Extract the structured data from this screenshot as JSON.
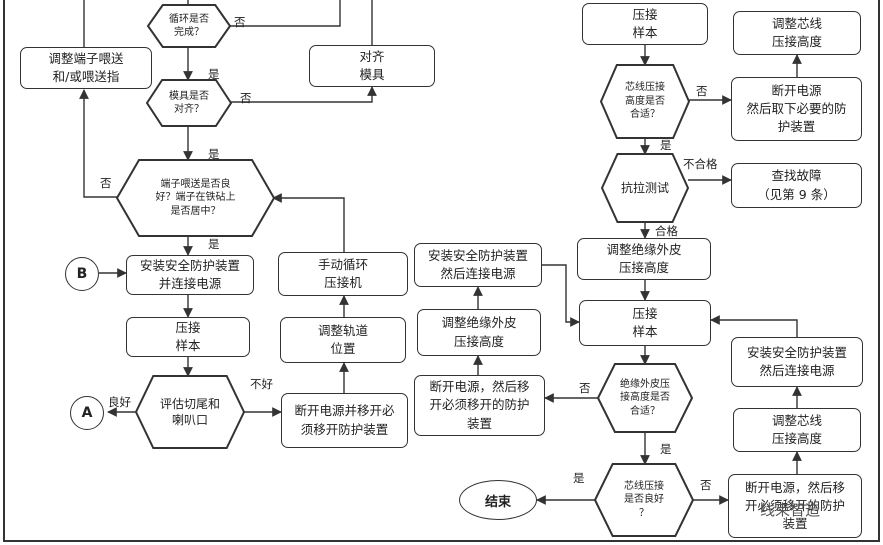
{
  "boxes": {
    "adjust_feed": "调整端子喂送\n和/或喂送指",
    "align_die": "对齐\n模具",
    "install_power_left": "安装安全防护装置\n并连接电源",
    "crimp_sample_left": "压接\n样本",
    "manual_cycle": "手动循环\n压接机",
    "adjust_track": "调整轨道\n位置",
    "disconnect_guard_left": "断开电源并移开必\n须移开防护装置",
    "install_power_mid": "安装安全防护装置\n然后连接电源",
    "adjust_insul_mid": "调整绝缘外皮\n压接高度",
    "disconnect_mid": "断开电源，然后移\n开必须移开的防护\n装置",
    "crimp_sample_top": "压接\n样本",
    "adjust_core_top": "调整芯线\n压接高度",
    "disconnect_top": "断开电源\n然后取下必要的防\n护装置",
    "troubleshoot": "查找故障\n（见第 9 条）",
    "adjust_insul_right": "调整绝缘外皮\n压接高度",
    "crimp_sample_mid": "压接\n样本",
    "install_power_right": "安装安全防护装置\n然后连接电源",
    "adjust_core_right": "调整芯线\n压接高度",
    "disconnect_bottom": "断开电源，然后移\n开必须移开的防护\n装置"
  },
  "decisions": {
    "cycle_done": "循环是否\n完成？",
    "die_aligned": "模具是否\n对齐？",
    "feed_ok": "端子喂送是否良\n好？端子在铁砧上\n是否居中？",
    "evaluate_cut": "评估切尾和\n喇叭口",
    "core_height_ok": "芯线压接\n高度是否\n合适？",
    "pull_test": "抗拉测试",
    "insul_height_ok": "绝缘外皮压\n接高度是否\n合适？",
    "core_good": "芯线压接\n是否良好\n？"
  },
  "connectors": {
    "a": "A",
    "b": "B"
  },
  "terminal": "结束",
  "labels": {
    "no1": "否",
    "yes1": "是",
    "no2": "否",
    "yes2": "是",
    "no3": "否",
    "yes3": "是",
    "good": "良好",
    "bad": "不好",
    "no4": "否",
    "yes4": "是",
    "fail": "不合格",
    "pass": "合格",
    "no5": "否",
    "yes5": "是",
    "yes6": "是",
    "no6": "否"
  },
  "watermark": "线束智造"
}
